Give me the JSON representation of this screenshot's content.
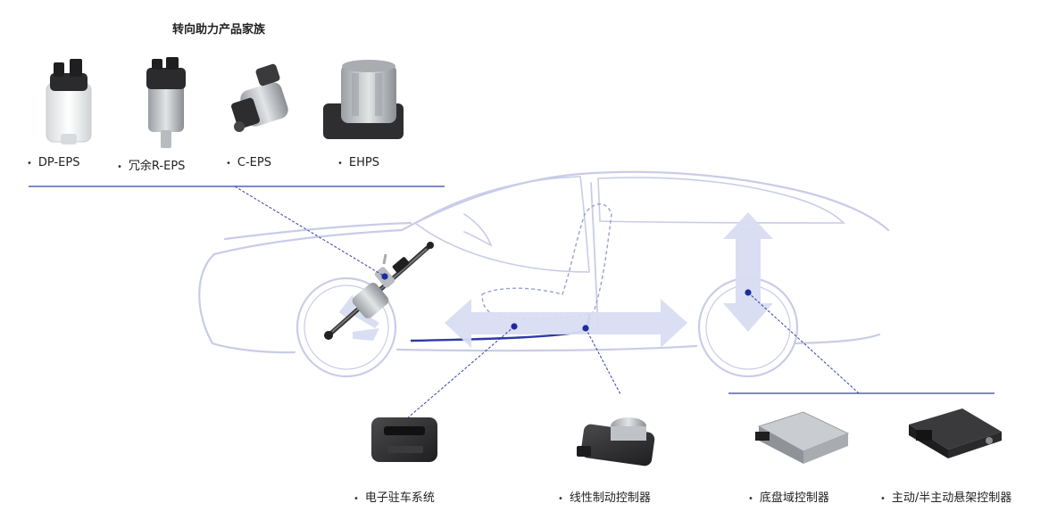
{
  "section_title": "转向助力产品家族",
  "steering_products": [
    {
      "name": "DP-EPS"
    },
    {
      "name": "冗余R-EPS"
    },
    {
      "name": "C-EPS"
    },
    {
      "name": "EHPS"
    }
  ],
  "chassis_products": [
    {
      "name": "电子驻车系统"
    },
    {
      "name": "线性制动控制器"
    },
    {
      "name": "底盘域控制器"
    },
    {
      "name": "主动/半主动悬架控制器"
    }
  ],
  "bullet_symbol": "•",
  "colors": {
    "car_outline": "#c8cce8",
    "arrow_fill": "#d9ddf2",
    "line_blue": "#3540a8",
    "dot_blue": "#1e2aa0",
    "product_dark": "#2e2e2e",
    "product_silver": "#cfd1d4",
    "product_white": "#eef0f1"
  }
}
